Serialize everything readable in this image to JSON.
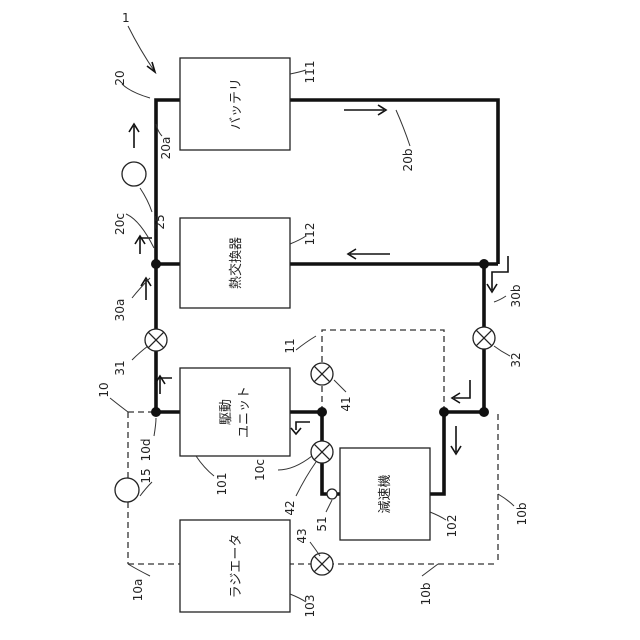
{
  "figure_number": "1",
  "components": {
    "battery": {
      "label": "バッテリ",
      "ref": "111"
    },
    "heat_exchanger": {
      "label": "熱交換器",
      "ref": "112"
    },
    "drive_unit": {
      "label_line1": "駆動",
      "label_line2": "ユニット",
      "ref": "101"
    },
    "reducer": {
      "label": "減速機",
      "ref": "102"
    },
    "radiator": {
      "label": "ラジエータ",
      "ref": "103"
    }
  },
  "refs": {
    "circuit_20": "20",
    "path_20a": "20a",
    "path_20b": "20b",
    "path_20c": "20c",
    "pump_25": "25",
    "path_30a": "30a",
    "path_30b": "30b",
    "valve_31": "31",
    "valve_32": "32",
    "circuit_10": "10",
    "path_10a": "10a",
    "path_10b_right": "10b",
    "path_10b_bottom": "10b",
    "path_10c": "10c",
    "path_10d": "10d",
    "circuit_11": "11",
    "pump_15": "15",
    "valve_41": "41",
    "valve_42": "42",
    "valve_43": "43",
    "check_51": "51"
  }
}
